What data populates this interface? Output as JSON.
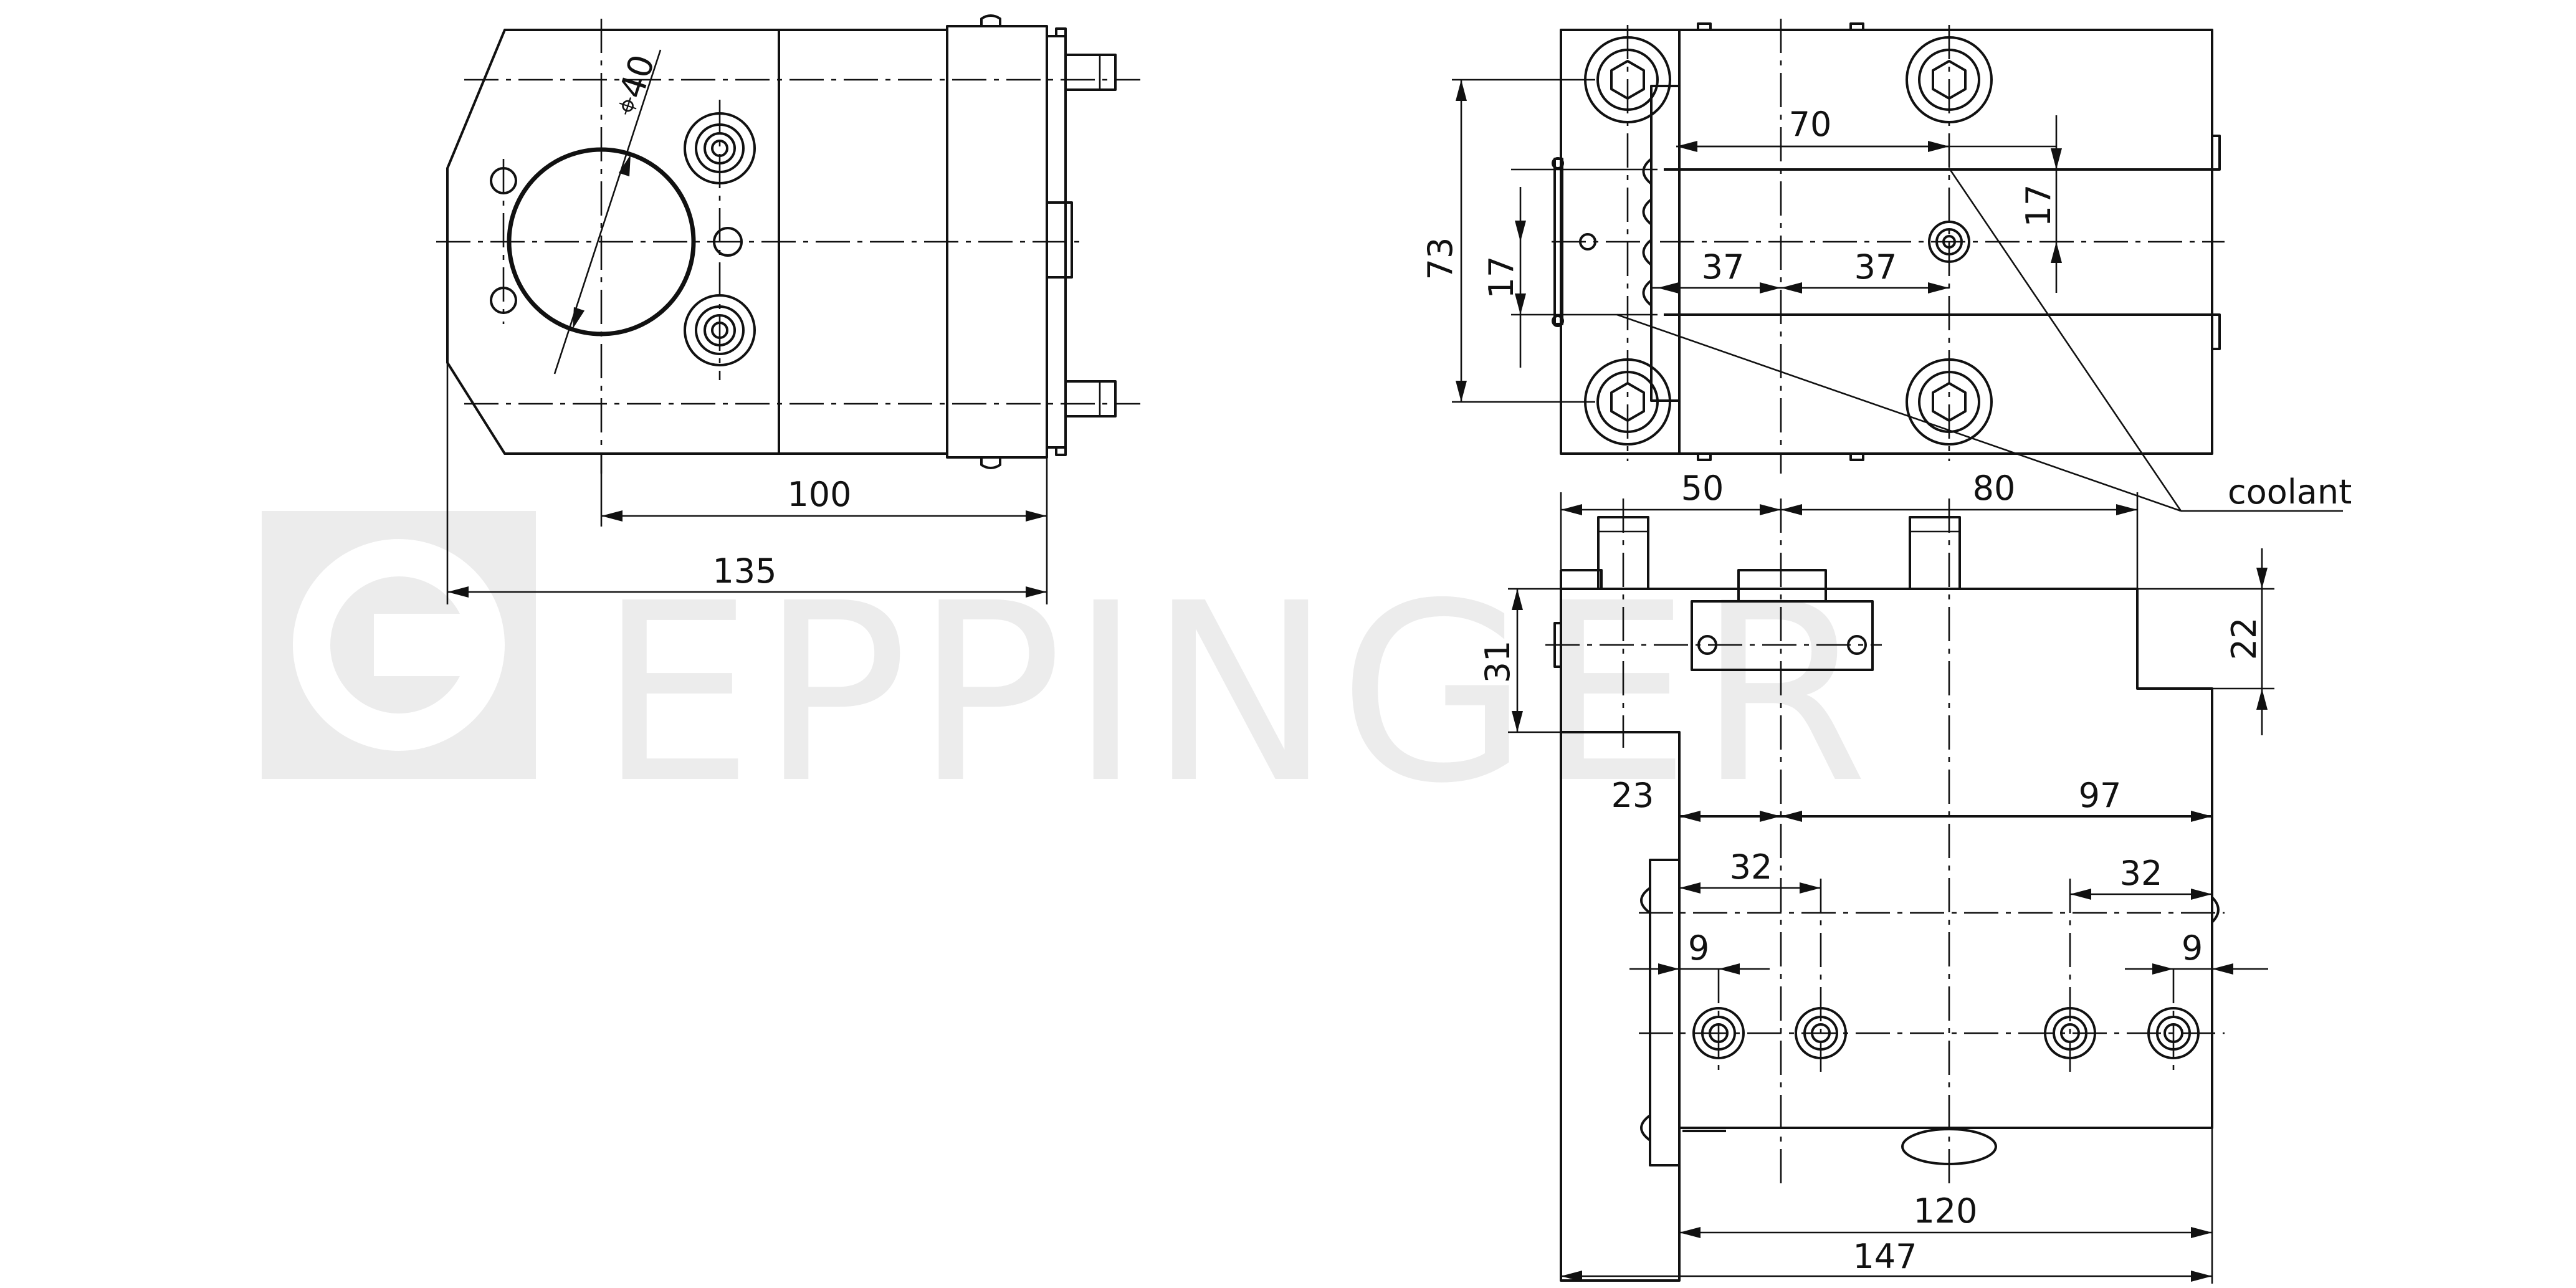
{
  "watermark": {
    "brand": "EPPINGER",
    "color": "#ececec"
  },
  "dimensions": {
    "d100": "100",
    "d135": "135",
    "d40": "⌖40",
    "d73": "73",
    "d17_left": "17",
    "d70": "70",
    "d17_right": "17",
    "d37_a": "37",
    "d37_b": "37",
    "d50": "50",
    "d80": "80",
    "d31": "31",
    "d22": "22",
    "d23": "23",
    "d97": "97",
    "d32_a": "32",
    "d32_b": "32",
    "d9_a": "9",
    "d9_b": "9",
    "d120": "120",
    "d147": "147"
  },
  "labels": {
    "coolant": "coolant"
  }
}
